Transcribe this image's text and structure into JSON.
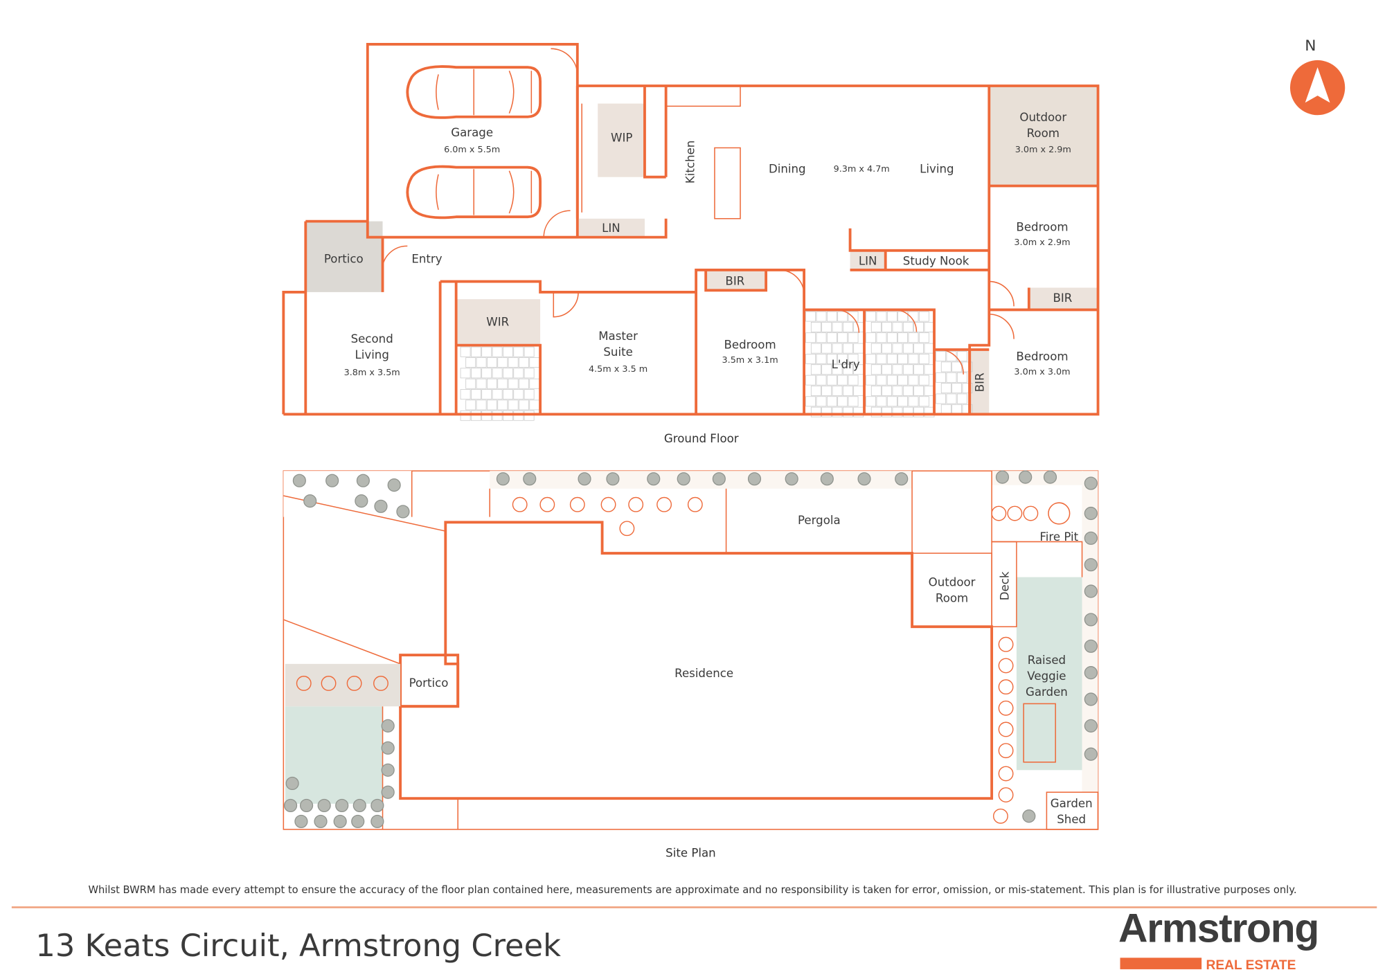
{
  "compass": {
    "label": "N"
  },
  "ground_floor": {
    "caption": "Ground Floor",
    "rooms": {
      "garage": {
        "name": "Garage",
        "size": "6.0m x 5.5m"
      },
      "wip": {
        "name": "WIP"
      },
      "kitchen": {
        "name": "Kitchen"
      },
      "dining": {
        "name": "Dining"
      },
      "living_size": {
        "size": "9.3m x 4.7m"
      },
      "living": {
        "name": "Living"
      },
      "outdoor_room": {
        "name_line1": "Outdoor",
        "name_line2": "Room",
        "size": "3.0m x 2.9m"
      },
      "lin_garage": {
        "name": "LIN"
      },
      "portico": {
        "name": "Portico"
      },
      "entry": {
        "name": "Entry"
      },
      "bedroom_ne": {
        "name": "Bedroom",
        "size": "3.0m x 2.9m"
      },
      "lin_study": {
        "name": "LIN"
      },
      "study_nook": {
        "name": "Study Nook"
      },
      "bir_ne": {
        "name": "BIR"
      },
      "second_living": {
        "name_line1": "Second",
        "name_line2": "Living",
        "size": "3.8m x 3.5m"
      },
      "wir": {
        "name": "WIR"
      },
      "master_suite": {
        "name_line1": "Master",
        "name_line2": "Suite",
        "size": "4.5m x 3.5 m"
      },
      "bir_mid": {
        "name": "BIR"
      },
      "bedroom_mid": {
        "name": "Bedroom",
        "size": "3.5m x 3.1m"
      },
      "laundry": {
        "name": "L'dry"
      },
      "bir_vertical": {
        "name": "BIR"
      },
      "bedroom_se": {
        "name": "Bedroom",
        "size": "3.0m x 3.0m"
      }
    }
  },
  "site_plan": {
    "caption": "Site Plan",
    "areas": {
      "pergola": "Pergola",
      "fire_pit": "Fire Pit",
      "outdoor_room_1": "Outdoor",
      "outdoor_room_2": "Room",
      "deck": "Deck",
      "residence": "Residence",
      "portico": "Portico",
      "veggie_1": "Raised",
      "veggie_2": "Veggie",
      "veggie_3": "Garden",
      "shed_1": "Garden",
      "shed_2": "Shed"
    }
  },
  "disclaimer": "Whilst BWRM  has made every attempt to ensure the accuracy of the floor plan contained here, measurements are approximate and no responsibility is taken for error, omission, or mis-statement. This plan is for illustrative purposes only.",
  "address": "13 Keats Circuit, Armstrong Creek",
  "logo": {
    "name": "Armstrong",
    "sub": "REAL ESTATE"
  },
  "colors": {
    "accent": "#ee6a3a",
    "beige": "#e8e0d7",
    "concrete": "#dcd8d2",
    "lawn": "#d7e6df",
    "text": "#3a3a3a"
  }
}
